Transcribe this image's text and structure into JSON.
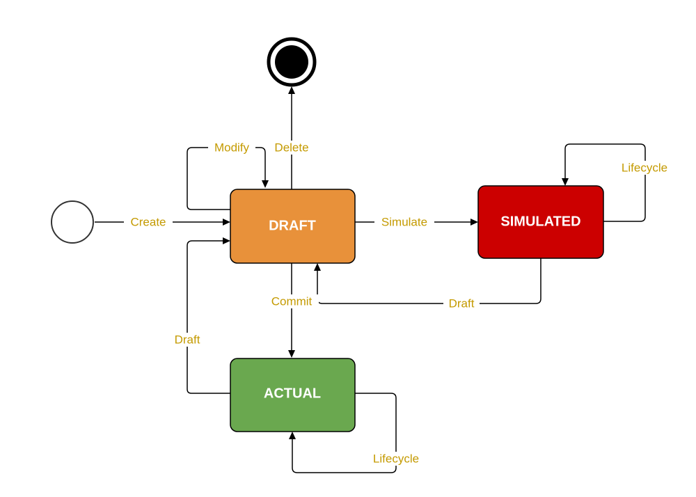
{
  "states": {
    "draft": {
      "label": "DRAFT",
      "color": "#e8913a"
    },
    "simulated": {
      "label": "SIMULATED",
      "color": "#cc0000"
    },
    "actual": {
      "label": "ACTUAL",
      "color": "#6aa84f"
    }
  },
  "pseudo_states": {
    "initial": "initial-state",
    "final": "final-state"
  },
  "transitions": {
    "create": "Create",
    "modify": "Modify",
    "delete": "Delete",
    "simulate": "Simulate",
    "simulated_lifecycle": "Lifecycle",
    "simulated_to_draft": "Draft",
    "commit": "Commit",
    "actual_to_draft": "Draft",
    "actual_lifecycle": "Lifecycle"
  },
  "colors": {
    "edge": "#000000",
    "edge_label": "#c49a00",
    "state_border": "#000000"
  }
}
